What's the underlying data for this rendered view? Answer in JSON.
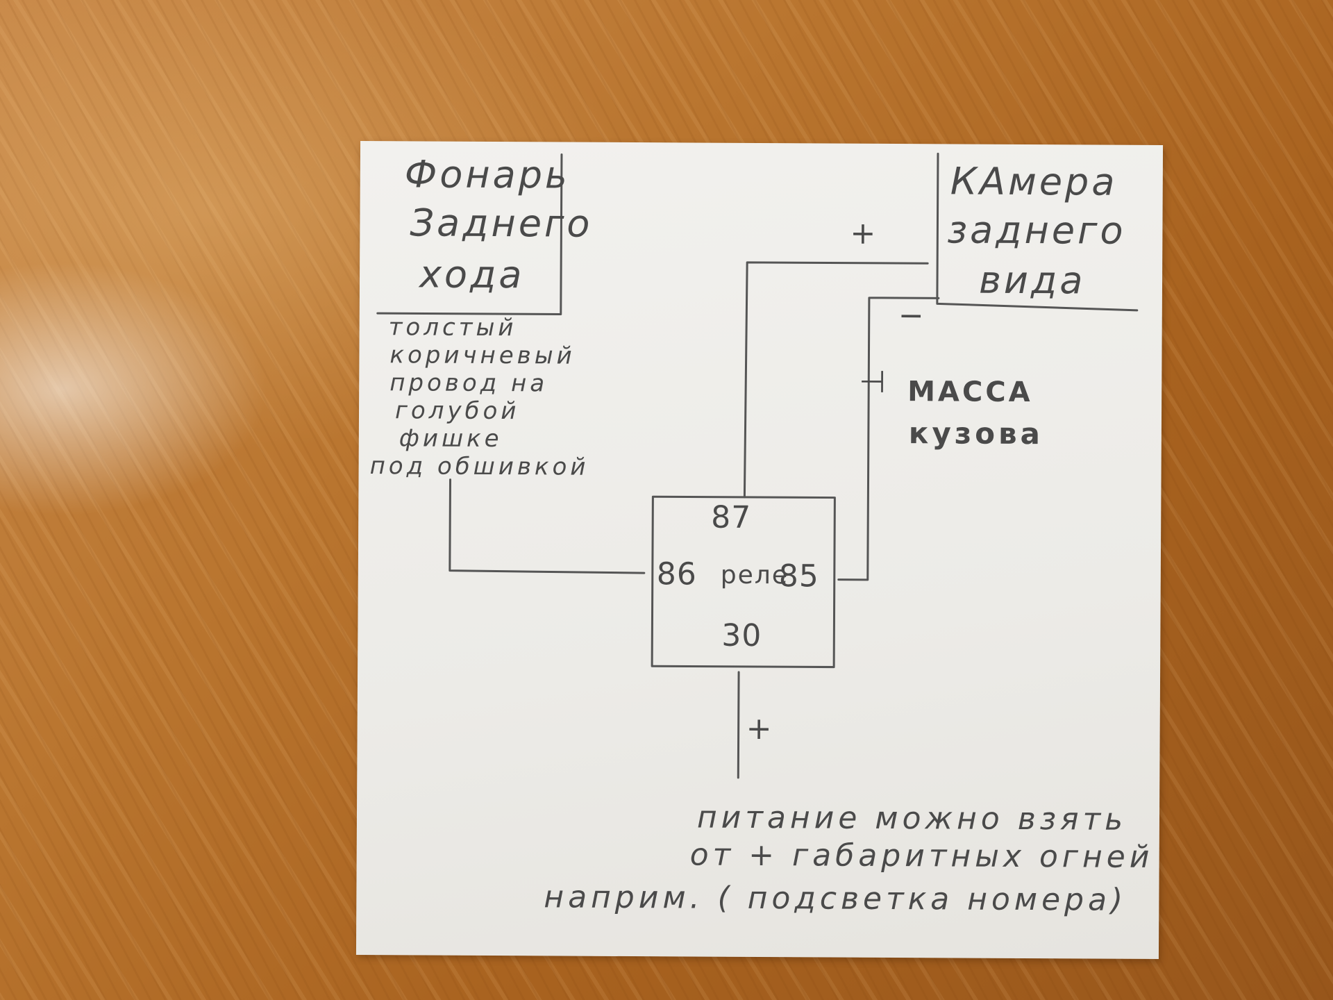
{
  "lamp": {
    "lines": [
      "Фонарь",
      "Заднего",
      "хода"
    ]
  },
  "camera": {
    "lines": [
      "КАмера",
      "заднего",
      "вида"
    ]
  },
  "wire_note": {
    "lines": [
      "толстый",
      "коричневый",
      "провод на",
      "голубой",
      "фишке",
      "под обшивкой"
    ]
  },
  "relay": {
    "pin_87": "87",
    "pin_86": "86",
    "label": "реле",
    "pin_85": "85",
    "pin_30": "30"
  },
  "signs": {
    "camera_plus": "+",
    "camera_minus": "−",
    "ground_symbol": "⊣",
    "power_plus": "+"
  },
  "ground": {
    "lines": [
      "МАССА",
      "кузова"
    ]
  },
  "power_note": {
    "lines": [
      "питание можно взять",
      "от + габаритных огней",
      "наприм. ( подсветка номера)"
    ]
  },
  "colors": {
    "ink": "#4a4a4a",
    "paper": "#eceae6",
    "wood": "#b26b28"
  }
}
